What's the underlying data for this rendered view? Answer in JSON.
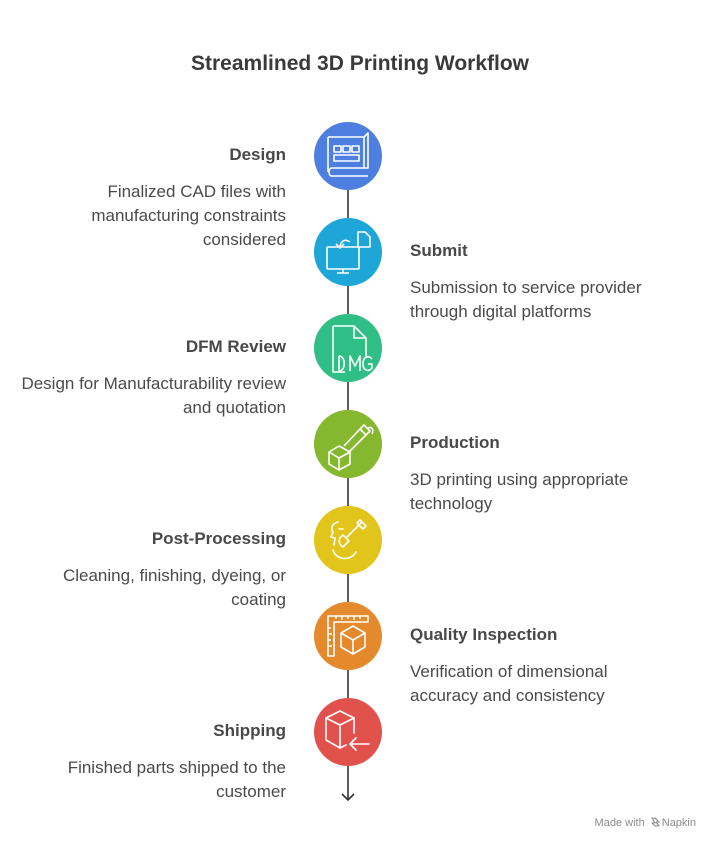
{
  "title": "Streamlined 3D Printing Workflow",
  "steps": [
    {
      "title": "Design",
      "desc": "Finalized CAD files with manufacturing constraints considered",
      "side": "left",
      "color": "#4d7fe0",
      "icon": "blueprint-icon"
    },
    {
      "title": "Submit",
      "desc": "Submission to service provider through digital platforms",
      "side": "right",
      "color": "#1fa6d8",
      "icon": "monitor-upload-icon"
    },
    {
      "title": "DFM Review",
      "desc": "Design for Manufacturability review and quotation",
      "side": "left",
      "color": "#2fbf86",
      "icon": "dmg-file-icon"
    },
    {
      "title": "Production",
      "desc": "3D printing using appropriate technology",
      "side": "right",
      "color": "#85b82f",
      "icon": "print-cube-icon"
    },
    {
      "title": "Post-Processing",
      "desc": "Cleaning, finishing, dyeing, or coating",
      "side": "left",
      "color": "#e2c51a",
      "icon": "paint-brush-icon"
    },
    {
      "title": "Quality Inspection",
      "desc": "Verification of dimensional accuracy and consistency",
      "side": "right",
      "color": "#e48a2c",
      "icon": "measure-cube-icon"
    },
    {
      "title": "Shipping",
      "desc": "Finished parts shipped to the customer",
      "side": "left",
      "color": "#e2524d",
      "icon": "box-arrow-icon"
    }
  ],
  "footer": {
    "made_with": "Made with",
    "brand": "Napkin"
  }
}
